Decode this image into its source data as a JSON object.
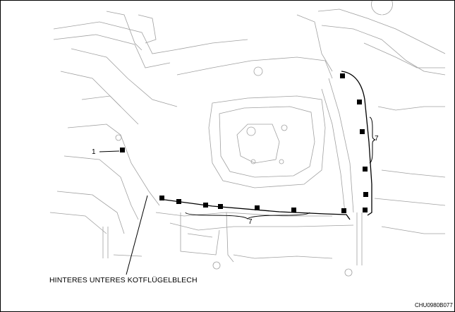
{
  "callouts": {
    "item1": "1",
    "item7_bottom": "7",
    "item7_right": "7"
  },
  "caption": "HINTERES UNTERES KOTFLÜGELBLECH",
  "drawing_code": "CHU0980B077",
  "colors": {
    "line": "#000000",
    "background": "#ffffff",
    "marker": "#000000",
    "sketch": "#9a9a9a"
  }
}
